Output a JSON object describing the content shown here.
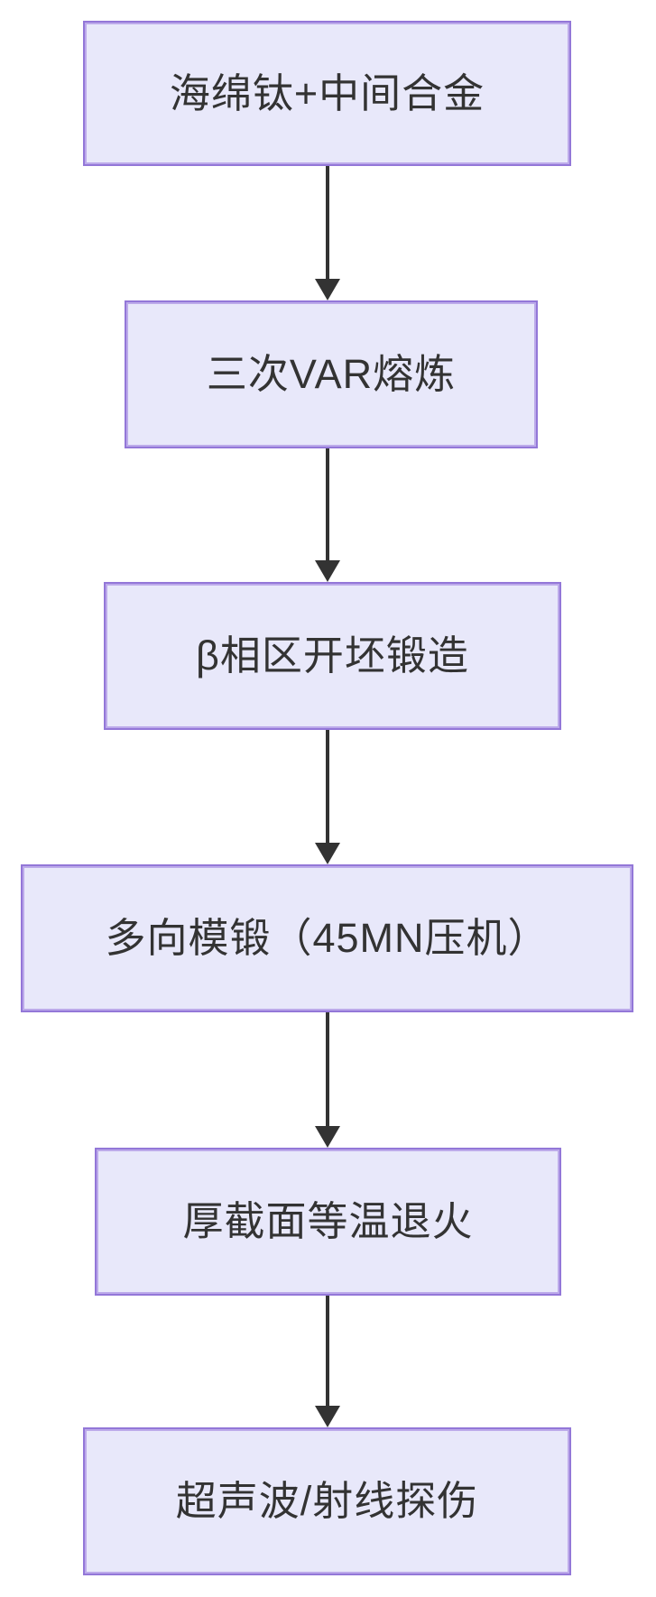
{
  "diagram": {
    "type": "flowchart",
    "direction": "top-down",
    "nodes": [
      {
        "label": "海绵钛+中间合金"
      },
      {
        "label": "三次VAR熔炼"
      },
      {
        "label": "β相区开坯锻造"
      },
      {
        "label": "多向模锻（45MN压机）"
      },
      {
        "label": "厚截面等温退火"
      },
      {
        "label": "超声波/射线探伤"
      }
    ],
    "edges": [
      {
        "from": 0,
        "to": 1
      },
      {
        "from": 1,
        "to": 2
      },
      {
        "from": 2,
        "to": 3
      },
      {
        "from": 3,
        "to": 4
      },
      {
        "from": 4,
        "to": 5
      }
    ],
    "colors": {
      "node_fill": "#e8e8fa",
      "node_border": "#9377d8",
      "node_border_inner": "#bcaaea",
      "text": "#333333",
      "arrow": "#333333",
      "background": "#ffffff"
    }
  }
}
